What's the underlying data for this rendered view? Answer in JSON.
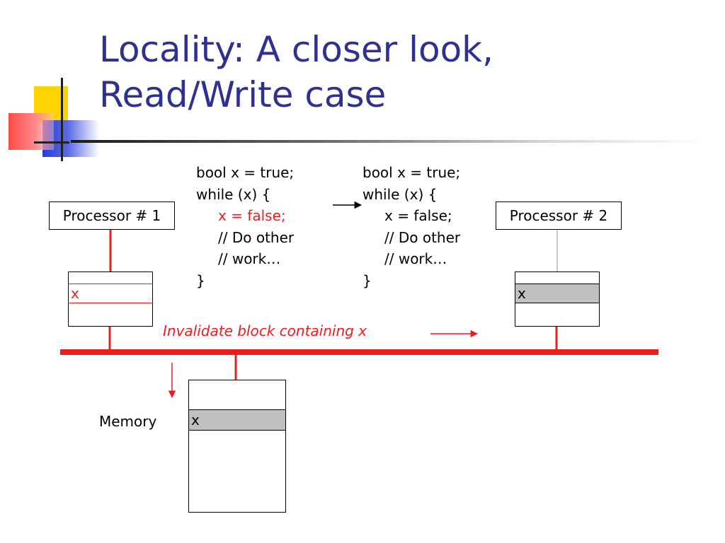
{
  "slide": {
    "title_line1": "Locality: A closer look,",
    "title_line2": "Read/Write case"
  },
  "diagram": {
    "code_left": [
      "bool x = true;",
      "while (x) {",
      "x = false;",
      "// Do other",
      "// work…",
      "}"
    ],
    "code_right": [
      "bool x = true;",
      "while (x) {",
      "x = false;",
      "// Do other",
      "// work…",
      "}"
    ],
    "processor1_label": "Processor # 1",
    "processor2_label": "Processor # 2",
    "cache1_entry": "x",
    "cache2_entry": "x",
    "memory_label": "Memory",
    "memory_entry": "x",
    "bus_message": "Invalidate block containing x",
    "colors": {
      "title": "#2e3092",
      "bus": "#ee1c1c",
      "highlight": "#ee1c1c",
      "shaded_cell": "#c0c0c0"
    }
  }
}
